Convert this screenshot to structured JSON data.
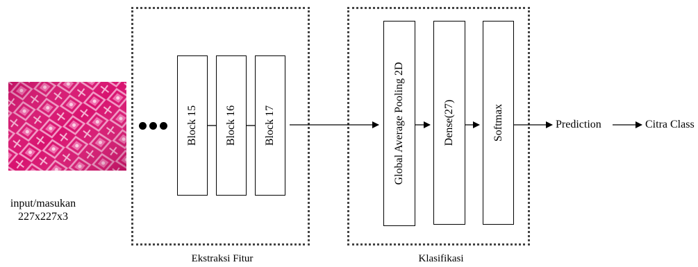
{
  "input": {
    "label_line1": "input/masukan",
    "label_line2": "227x227x3"
  },
  "feature_extraction": {
    "group_label": "Ekstraksi Fitur",
    "blocks": [
      "Block 15",
      "Block 16",
      "Block 17"
    ]
  },
  "classification": {
    "group_label": "Klasifikasi",
    "layers": [
      "Global Average Pooling 2D",
      "Dense(27)",
      "Softmax"
    ]
  },
  "output": {
    "prediction": "Prediction",
    "class": "Citra Class"
  },
  "colors": {
    "fabric_magenta": "#e0157a",
    "fabric_pink_light": "#f07ab4",
    "fabric_dark": "#a8104f"
  }
}
